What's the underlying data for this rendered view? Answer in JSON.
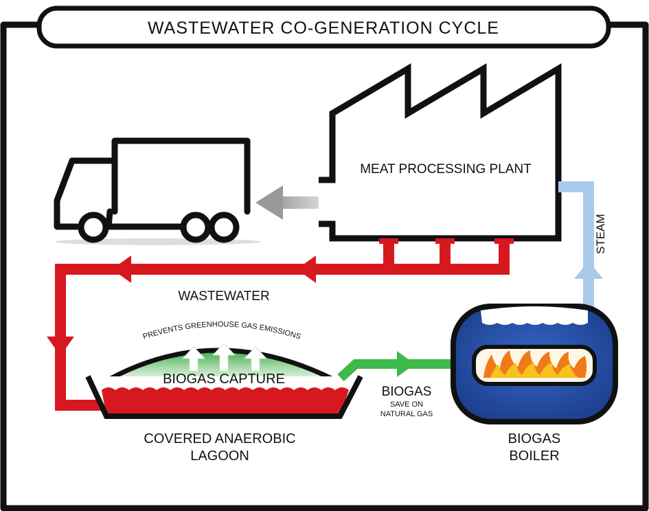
{
  "title": "WASTEWATER CO-GENERATION CYCLE",
  "nodes": {
    "plant": "MEAT PROCESSING PLANT",
    "lagoon": [
      "COVERED ANAEROBIC",
      "LAGOON"
    ],
    "biogas_capture": "BIOGAS CAPTURE",
    "lagoon_note": "PREVENTS GREENHOUSE GAS EMISSIONS",
    "boiler": [
      "BIOGAS",
      "BOILER"
    ]
  },
  "flows": {
    "wastewater": "WASTEWATER",
    "steam": "STEAM",
    "biogas": "BIOGAS",
    "biogas_note": [
      "SAVE ON",
      "NATURAL GAS"
    ]
  },
  "colors": {
    "wastewater": "#d7191f",
    "steam": "#a9c9ea",
    "biogas": "#3fb94a",
    "boiler": "#2552a8",
    "outline": "#111111",
    "product_arrow": "#c8c8c8",
    "flame": "#f07a1a"
  },
  "icons": [
    "truck-icon",
    "factory-icon",
    "lagoon-cover-icon",
    "boiler-icon",
    "flame-icon"
  ]
}
